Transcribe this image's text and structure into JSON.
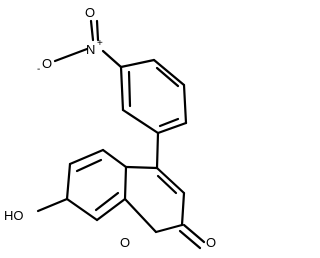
{
  "structure": {
    "atoms": {
      "nitro_oxygen_top": "O",
      "nitro_nitrogen": "N",
      "nitro_charge_plus": "+",
      "nitro_oxygen_minus": "O",
      "nitro_charge_minus": "-",
      "hydroxyl": "HO",
      "ring_oxygen": "O",
      "carbonyl_oxygen": "O"
    },
    "colors": {
      "bond": "#000000",
      "background": "#ffffff"
    }
  }
}
